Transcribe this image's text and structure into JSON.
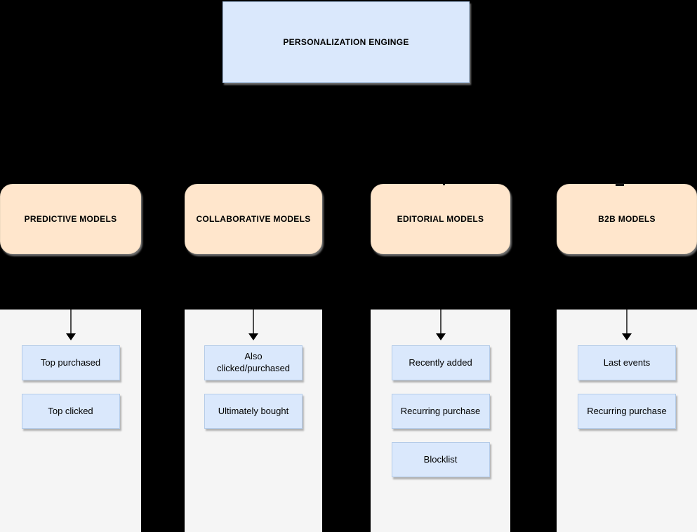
{
  "diagram": {
    "root": {
      "label": "PERSONALIZATION ENGINGE"
    },
    "columns": [
      {
        "header": "PREDICTIVE MODELS",
        "items": [
          "Top purchased",
          "Top clicked"
        ]
      },
      {
        "header": "COLLABORATIVE MODELS",
        "items": [
          "Also clicked/purchased",
          "Ultimately bought"
        ]
      },
      {
        "header": "EDITORIAL MODELS",
        "items": [
          "Recently added",
          "Recurring purchase",
          "Blocklist"
        ]
      },
      {
        "header": "B2B MODELS",
        "items": [
          "Last events",
          "Recurring purchase"
        ]
      }
    ]
  },
  "colors": {
    "background": "#000000",
    "root_fill": "#dae8fc",
    "root_border": "#a8c2e2",
    "header_fill": "#ffe6cc",
    "header_border": "#f2dcc2",
    "panel_fill": "#f5f5f5",
    "item_fill": "#dae8fc",
    "item_border": "#b4cbe8",
    "arrow": "#4d4d4d",
    "text": "#000000"
  }
}
